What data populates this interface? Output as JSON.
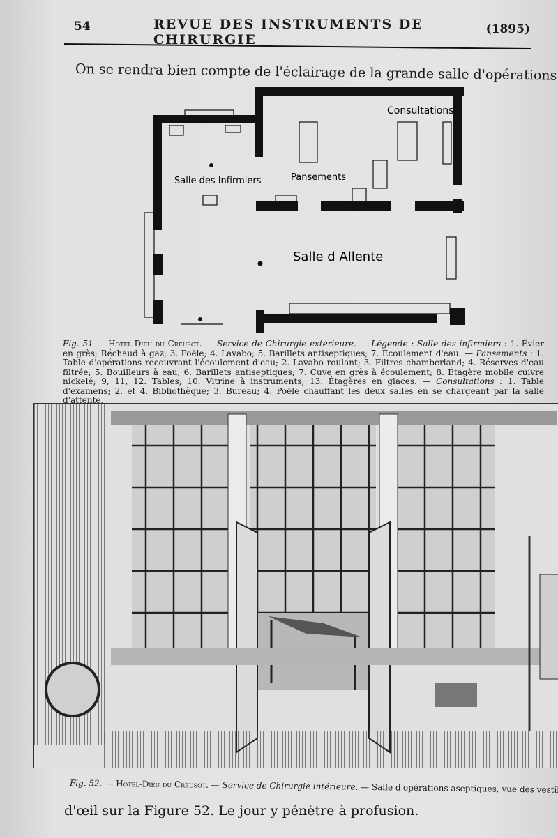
{
  "header": {
    "page_number": "54",
    "running_title": "REVUE DES INSTRUMENTS DE CHIRURGIE",
    "year": "(1895)"
  },
  "lead_text": "On se rendra bien compte de l'éclairage de la grande salle d'opérations en jetant un coup",
  "plan": {
    "room_consultations": "Consultations",
    "room_infirmiers": "Salle des Infirmiers",
    "room_pansements": "Pansements",
    "room_attente": "Salle d Allente"
  },
  "fig51": {
    "label": "Fig. 51",
    "institution": "Hotel-Dieu du Creusot.",
    "service": "Service de Chirurgie extérieure. — Légende : Salle des infirmiers :",
    "legend_text": "1. Évier en grès; Réchaud à gaz; 3. Poële; 4. Lavabo; 5. Barillets antiseptiques; 7. Écoulement d'eau. —",
    "pansements_label": "Pansements :",
    "pansements_text": "1. Table d'opérations recouvrant l'écoulement d'eau; 2. Lavabo roulant; 3. Filtres chamberland; 4. Réserves d'eau filtrée; 5. Bouilleurs à eau; 6. Barillets antiseptiques; 7. Cuve en grès à écoulement; 8. Étagère mobile cuivre nickelé; 9, 11, 12. Tables; 10. Vitrine à instruments; 13. Étagères en glaces. —",
    "consultations_label": "Consultations :",
    "consultations_text": "1. Table d'examens; 2. et 4. Bibliothèque; 3. Bureau; 4. Poële chauffant les deux salles en se chargeant par la salle d'attente."
  },
  "fig52": {
    "label": "Fig. 52.",
    "institution": "Hotel-Dieu du Creusot.",
    "service": "— Service de Chirurgie intérieure.",
    "description": "— Salle d'opérations aseptiques, vue des vestibules."
  },
  "closing_text": "d'œil sur la Figure 52. Le jour y pénètre à profusion."
}
